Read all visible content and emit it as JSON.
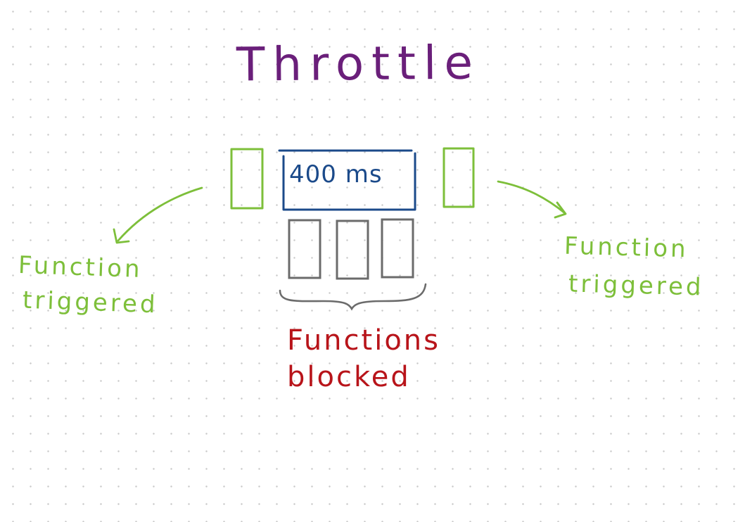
{
  "title": "Throttle",
  "timer": {
    "label": "400 ms"
  },
  "left_call": {
    "label_line1": "Function",
    "label_line2": "triggered"
  },
  "right_call": {
    "label_line1": "Function",
    "label_line2": "triggered"
  },
  "blocked": {
    "label_line1": "Functions",
    "label_line2": "blocked",
    "count": 3
  },
  "colors": {
    "title": "#6a1f7a",
    "triggered": "#7dbf3a",
    "timer": "#1b4a8a",
    "blocked_text": "#b8141a",
    "blocked_box": "#6b6b6b",
    "brace": "#6b6b6b"
  }
}
